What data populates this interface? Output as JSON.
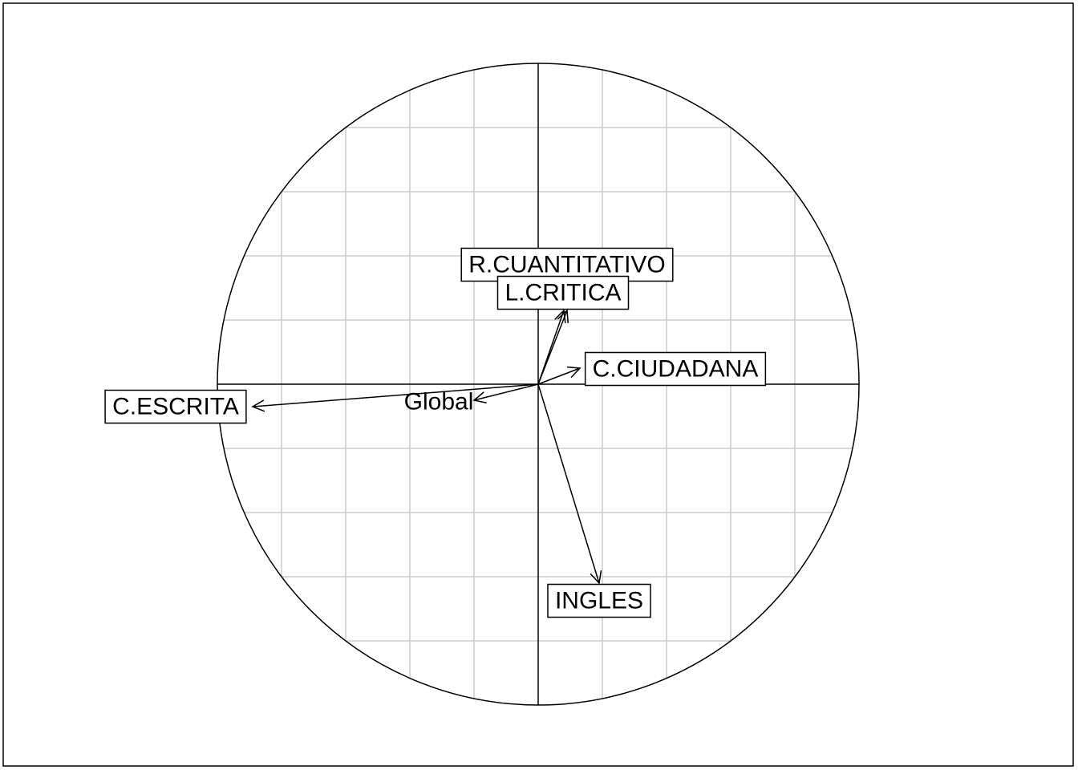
{
  "chart_data": {
    "type": "scatter",
    "title": "",
    "xlabel": "",
    "ylabel": "",
    "xlim": [
      -1,
      1
    ],
    "ylim": [
      -1,
      1
    ],
    "grid": true,
    "grid_step": 0.2,
    "unit_circle": true,
    "axes_through_origin": true,
    "frame": true,
    "variables": [
      {
        "name": "R.CUANTITATIVO",
        "x": 0.09,
        "y": 0.23,
        "boxed": true
      },
      {
        "name": "L.CRITICA",
        "x": 0.08,
        "y": 0.23,
        "boxed": true
      },
      {
        "name": "C.CIUDADANA",
        "x": 0.13,
        "y": 0.05,
        "boxed": true
      },
      {
        "name": "C.ESCRITA",
        "x": -0.89,
        "y": -0.07,
        "boxed": true
      },
      {
        "name": "Global",
        "x": -0.2,
        "y": -0.05,
        "boxed": false
      },
      {
        "name": "INGLES",
        "x": 0.19,
        "y": -0.62,
        "boxed": true
      }
    ]
  }
}
